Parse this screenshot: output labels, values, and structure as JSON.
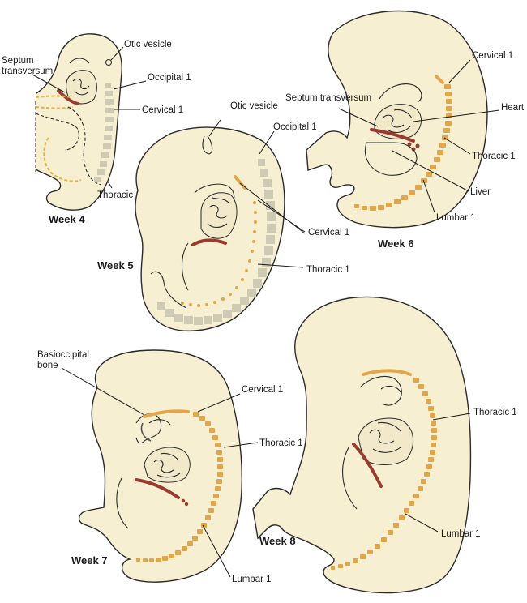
{
  "stages": [
    {
      "id": "week4",
      "title": "Week 4",
      "labels": [
        "Otic vesicle",
        "Septum transversum",
        "Occipital 1",
        "Cervical 1",
        "Thoracic 1"
      ]
    },
    {
      "id": "week5",
      "title": "Week 5",
      "labels": [
        "Otic vesicle",
        "Occipital 1",
        "Cervical 1",
        "Thoracic 1"
      ]
    },
    {
      "id": "week6",
      "title": "Week 6",
      "labels": [
        "Cervical 1",
        "Septum transversum",
        "Heart",
        "Thoracic 1",
        "Liver",
        "Lumbar 1"
      ]
    },
    {
      "id": "week7",
      "title": "Week 7",
      "labels": [
        "Basioccipital bone",
        "Cervical 1",
        "Thoracic 1",
        "Lumbar 1"
      ]
    },
    {
      "id": "week8",
      "title": "Week 8",
      "labels": [
        "Thoracic 1",
        "Lumbar 1"
      ]
    }
  ],
  "colors": {
    "embryo_fill": "#f7efd1",
    "outline": "#2a2a2a",
    "somite_gray": "#cfcab4",
    "vertebra_orange": "#e2a64a",
    "septum_transversum": "#9b3b2f",
    "dashed_endoderm": "#e3b23c"
  }
}
